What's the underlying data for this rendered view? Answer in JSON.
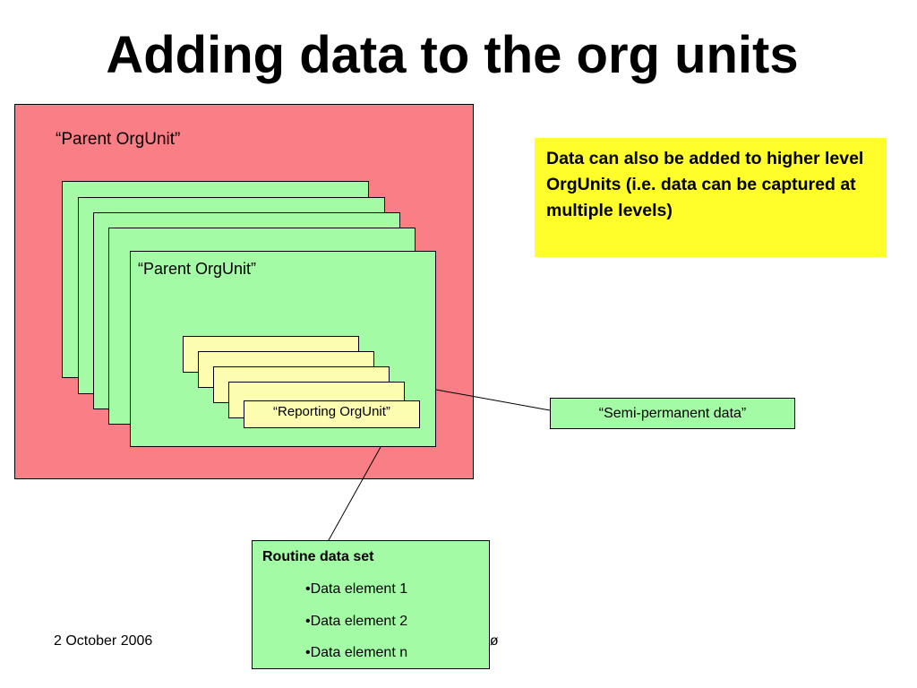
{
  "title": "Adding data to the org units",
  "outer_parent_label": "“Parent OrgUnit”",
  "inner_parent_label": "“Parent OrgUnit”",
  "reporting_label": "“Reporting OrgUnit”",
  "semi_permanent_label": "“Semi-permanent data”",
  "note_text": "Data can also be added to higher level OrgUnits (i.e. data can be captured at multiple levels)",
  "routine": {
    "title": "Routine data set",
    "items": [
      "•Data element 1",
      "•Data element 2",
      "•Data element n"
    ]
  },
  "footer": {
    "date": "2 October 2006",
    "author_fragment": "bø"
  },
  "colors": {
    "parent_fill": "#fa7e85",
    "green_fill": "#a4fba5",
    "yellow_fill": "#fcfdb0",
    "note_fill": "#fffd2a",
    "line": "#000000"
  }
}
